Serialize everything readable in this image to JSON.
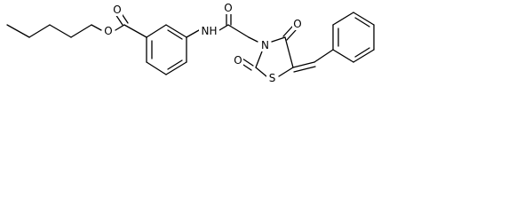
{
  "atom_labels": {
    "ester_carbonyl_o": "O",
    "ester_ether_o": "O",
    "amide_nh": "NH",
    "amide_o": "O",
    "ring_n": "N",
    "c4_oxo_o": "O",
    "c2_oxo_o": "O",
    "ring_s": "S"
  },
  "colors": {
    "bond": "#000000",
    "label": "#000000",
    "background": "#ffffff"
  }
}
